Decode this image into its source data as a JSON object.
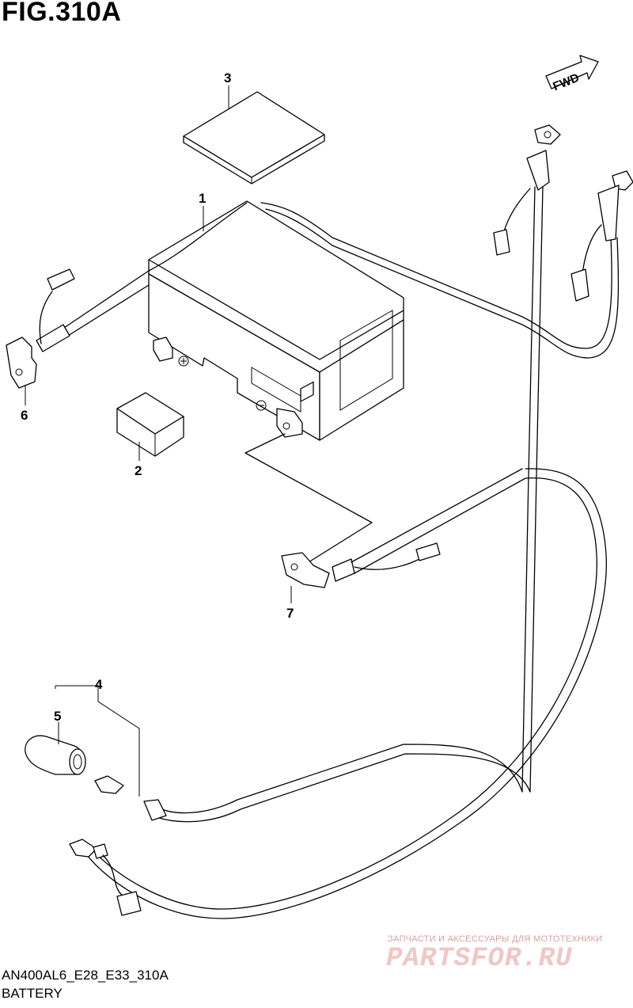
{
  "figure": {
    "title": "FIG.310A",
    "code": "AN400AL6_E28_E33_310A",
    "caption": "BATTERY",
    "fwd_label": "FWD"
  },
  "callouts": [
    {
      "id": "1",
      "label": "1"
    },
    {
      "id": "2",
      "label": "2"
    },
    {
      "id": "3",
      "label": "3"
    },
    {
      "id": "4",
      "label": "4"
    },
    {
      "id": "5",
      "label": "5"
    },
    {
      "id": "6",
      "label": "6"
    },
    {
      "id": "7",
      "label": "7"
    }
  ],
  "watermark": {
    "tagline": "ЗАПЧАСТИ И АКСЕССУАРЫ ДЛЯ МОТОТЕХНИКИ",
    "brand": "PARTSFOR.RU"
  }
}
